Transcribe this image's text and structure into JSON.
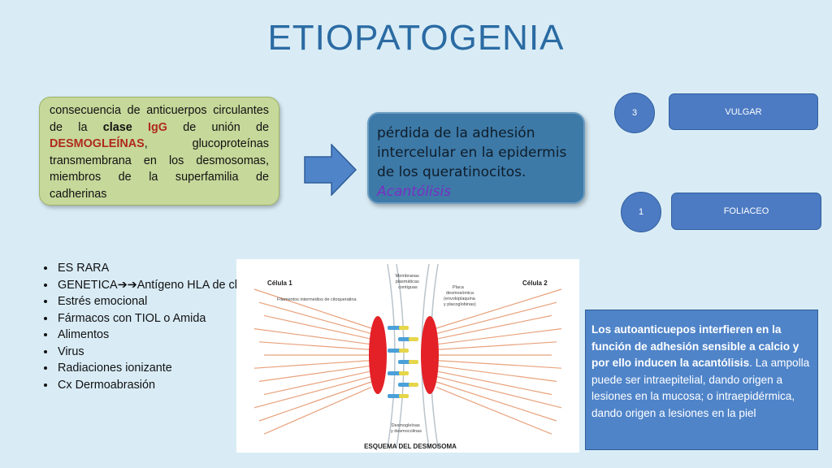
{
  "title": "ETIOPATOGENIA",
  "cause": {
    "p1": "consecuencia de anticuerpos circulantes de la ",
    "clase": "clase",
    "igg": "IgG",
    "p2": " de unión de ",
    "desmo": "DESMOGLEÍNAS",
    "p3": ", glucoproteínas transmembrana en los desmosomas, miembros de la superfamilia de cadherinas"
  },
  "loss": {
    "text": "pérdida de la adhesión intercelular en la epidermis de los queratinocitos.",
    "acantolisis": "Acantólisis"
  },
  "types": [
    {
      "count": "3",
      "label": "VULGAR"
    },
    {
      "count": "1",
      "label": "FOLIACEO"
    }
  ],
  "factors": {
    "es_rara": "ES RARA",
    "genetica": "GENETICA",
    "arrows": "➔➔",
    "genetica_rest": "Antígeno HLA de clase II",
    "items": [
      "Estrés emocional",
      "Fármacos con TIOL o Amida",
      "Alimentos",
      "Virus",
      "Radiaciones ionizante",
      "Cx Dermoabrasión"
    ]
  },
  "diagram": {
    "cell1": "Célula 1",
    "cell2": "Célula 2",
    "membranes": [
      "Membranas",
      "plasmáticas",
      "contiguas"
    ],
    "filaments": "Filamentos intermedios de citoqueratina",
    "plaque": [
      "Placa",
      "desmosómica",
      "(envoloplaquina",
      "y placoglobinas)"
    ],
    "desmogleins": [
      "Desmogleínas",
      "y desmocolinas"
    ],
    "caption": "ESQUEMA DEL DESMOSOMA"
  },
  "info": {
    "bold": "Los autoanticuepos interfieren en la función de adhesión sensible a calcio y por ello inducen la acantólisis",
    "rest": ". La ampolla puede ser intraepitelial, dando origen a lesiones en la mucosa; o intraepidérmica, dando origen a lesiones en la piel"
  },
  "colors": {
    "background": "#d9ecf6",
    "title": "#2b6ba3",
    "cause_box": "#c6d89a",
    "loss_box": "#3d7aa8",
    "acantolisis": "#7a2fc4",
    "type_shape": "#4c7bc3",
    "info_box": "#4f84c9",
    "igg_red": "#b02a1c"
  }
}
